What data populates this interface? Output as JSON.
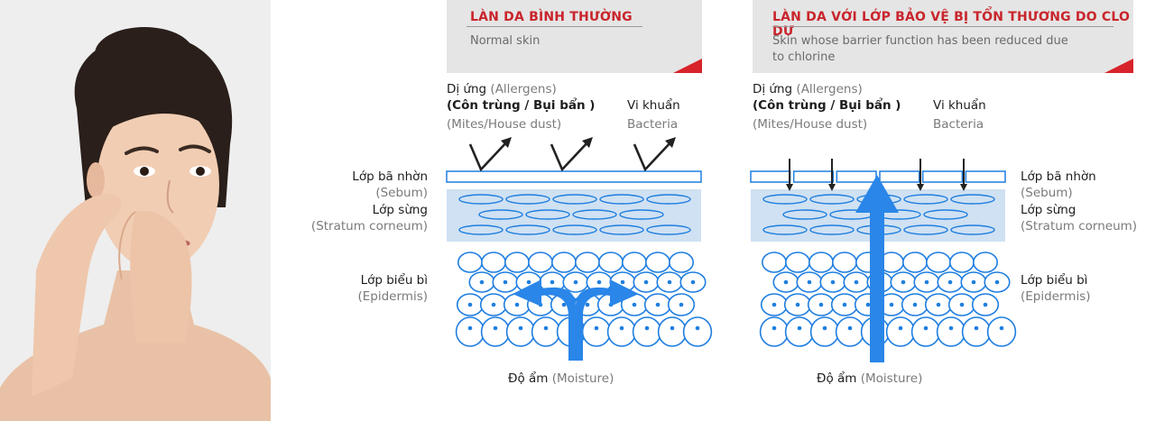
{
  "photo": {
    "icon": "woman-touching-acne-photo"
  },
  "normal_panel": {
    "title": "LÀN DA BÌNH THƯỜNG",
    "subtitle": "Normal skin",
    "allergen_label": "Dị ứng",
    "allergen_label_en": "(Allergens)",
    "allergen_examples": "(Côn trùng / Bụi bẩn )",
    "allergen_examples_en": "(Mites/House dust)",
    "bacteria_label": "Vi khuẩn",
    "bacteria_label_en": "Bacteria",
    "moisture_label": "Độ ẩm",
    "moisture_label_en": "(Moisture)"
  },
  "damaged_panel": {
    "title": "LÀN DA VỚI LỚP BẢO VỆ BỊ TỔN THƯƠNG DO CLO DƯ",
    "subtitle_line1": "Skin whose barrier function has been reduced due",
    "subtitle_line2": "to chlorine",
    "allergen_label": "Dị ứng",
    "allergen_label_en": "(Allergens)",
    "allergen_examples": "(Côn trùng / Bụi bẩn )",
    "allergen_examples_en": "(Mites/House dust)",
    "bacteria_label": "Vi khuẩn",
    "bacteria_label_en": "Bacteria",
    "moisture_label": "Độ ẩm",
    "moisture_label_en": "(Moisture)"
  },
  "layers_left": {
    "sebum": "Lớp bã nhờn",
    "sebum_en": "(Sebum)",
    "corneum": "Lớp sừng",
    "corneum_en": "(Stratum corneum)",
    "epidermis": "Lớp biểu bì",
    "epidermis_en": "(Epidermis)"
  },
  "layers_right": {
    "sebum": "Lớp bã nhờn",
    "sebum_en": "(Sebum)",
    "corneum": "Lớp sừng",
    "corneum_en": "(Stratum corneum)",
    "epidermis": "Lớp biểu bì",
    "epidermis_en": "(Epidermis)"
  },
  "colors": {
    "accent": "#d8232a",
    "cell": "#1f7ee0",
    "arrow": "#2a86e8",
    "corneum_fill": "#cfe1f2"
  }
}
